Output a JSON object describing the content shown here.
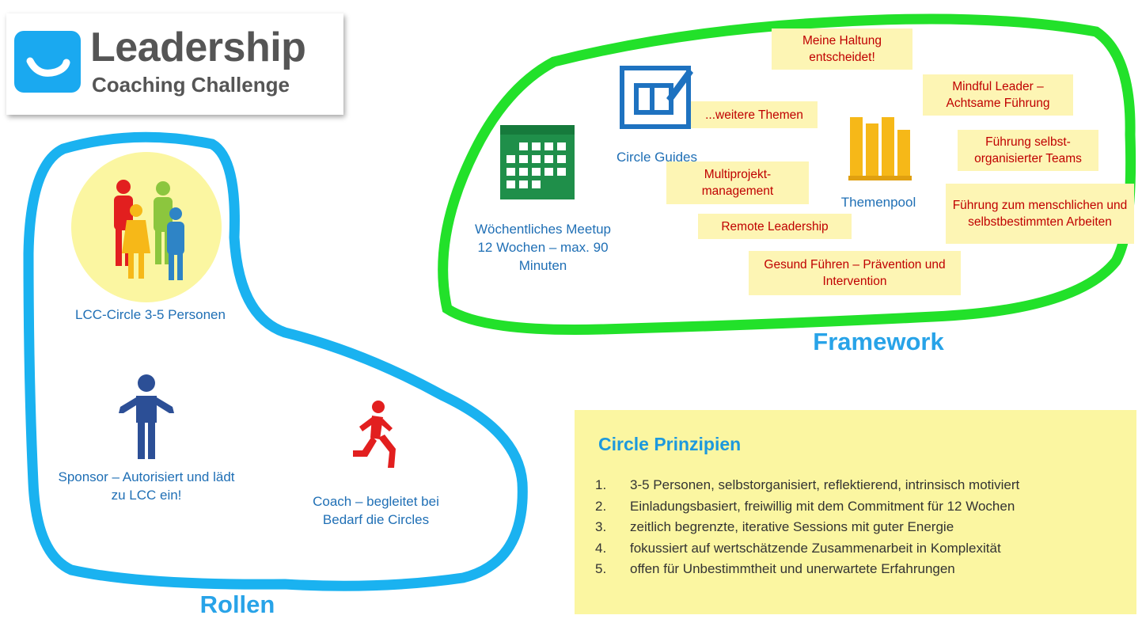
{
  "logo": {
    "title": "Leadership",
    "subtitle": "Coaching Challenge"
  },
  "rollen": {
    "title": "Rollen",
    "circle_label": "LCC-Circle 3-5 Personen",
    "sponsor_label": "Sponsor – Autorisiert und lädt zu LCC ein!",
    "coach_label": "Coach – begleitet bei Bedarf die Circles"
  },
  "framework": {
    "title": "Framework",
    "meetup_label": "Wöchentliches Meetup 12 Wochen – max. 90 Minuten",
    "circle_guides_label": "Circle Guides",
    "themenpool_label": "Themenpool",
    "notes": [
      "Meine Haltung entscheidet!",
      "...weitere Themen",
      "Mindful Leader – Achtsame Führung",
      "Führung selbst-organisierter Teams",
      "Multiprojekt-management",
      "Führung zum menschlichen und selbstbestimmten Arbeiten",
      "Remote Leadership",
      "Gesund Führen – Prävention und Intervention"
    ]
  },
  "principles": {
    "title": "Circle Prinzipien",
    "numbers": [
      "1.",
      "2.",
      "3.",
      "4.",
      "5."
    ],
    "items": [
      "3-5 Personen, selbstorganisiert, reflektierend, intrinsisch motiviert",
      "Einladungsbasiert, freiwillig mit dem Commitment für 12 Wochen",
      "zeitlich begrenzte, iterative Sessions mit guter Energie",
      "fokussiert auf wertschätzende Zusammenarbeit in Komplexität",
      "offen für Unbestimmtheit und unerwartete Erfahrungen"
    ]
  },
  "colors": {
    "rollen_outline": "#1ab2f0",
    "framework_outline": "#22e12a",
    "note_bg": "#fdf5b4",
    "note_text": "#c00000",
    "principles_bg": "#fbf6a1"
  }
}
